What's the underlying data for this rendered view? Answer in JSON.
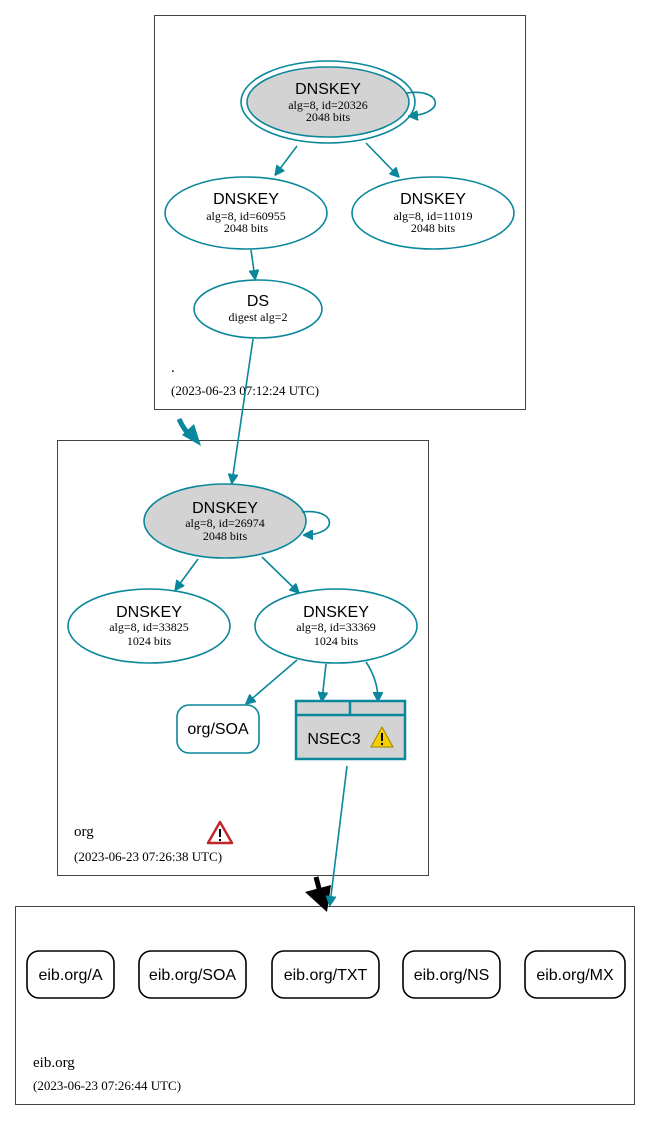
{
  "zones": {
    "root": {
      "name": ".",
      "timestamp": "(2023-06-23 07:12:24 UTC)"
    },
    "org": {
      "name": "org",
      "timestamp": "(2023-06-23 07:26:38 UTC)"
    },
    "eib": {
      "name": "eib.org",
      "timestamp": "(2023-06-23 07:26:44 UTC)"
    }
  },
  "nodes": {
    "root_ksk": {
      "title": "DNSKEY",
      "line1": "alg=8, id=20326",
      "line2": "2048 bits"
    },
    "root_zsk1": {
      "title": "DNSKEY",
      "line1": "alg=8, id=60955",
      "line2": "2048 bits"
    },
    "root_zsk2": {
      "title": "DNSKEY",
      "line1": "alg=8, id=11019",
      "line2": "2048 bits"
    },
    "org_ds": {
      "title": "DS",
      "line1": "digest alg=2"
    },
    "org_ksk": {
      "title": "DNSKEY",
      "line1": "alg=8, id=26974",
      "line2": "2048 bits"
    },
    "org_zsk1": {
      "title": "DNSKEY",
      "line1": "alg=8, id=33825",
      "line2": "1024 bits"
    },
    "org_zsk2": {
      "title": "DNSKEY",
      "line1": "alg=8, id=33369",
      "line2": "1024 bits"
    },
    "org_soa": {
      "label": "org/SOA"
    },
    "nsec3": {
      "label": "NSEC3"
    }
  },
  "records": [
    "eib.org/A",
    "eib.org/SOA",
    "eib.org/TXT",
    "eib.org/NS",
    "eib.org/MX"
  ],
  "colors": {
    "edge": "#0a879a",
    "ksk_fill": "#d3d3d3",
    "warning_yellow": "#f5d000",
    "error_red": "#c0282d",
    "delegation_black": "#000000"
  }
}
